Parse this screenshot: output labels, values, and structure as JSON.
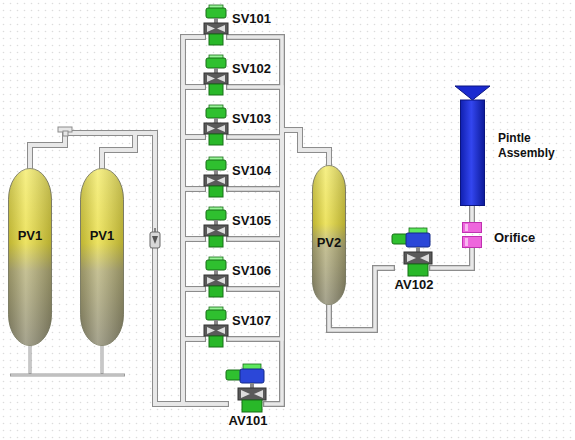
{
  "diagram": {
    "nodes": [
      {
        "text": [
          "PV1"
        ]
      },
      {
        "text": [
          "PV1"
        ]
      },
      {
        "text": [
          "SV101"
        ]
      },
      {
        "text": [
          "SV102"
        ]
      },
      {
        "text": [
          "SV103"
        ]
      },
      {
        "text": [
          "SV104"
        ]
      },
      {
        "text": [
          "SV105"
        ]
      },
      {
        "text": [
          "SV106"
        ]
      },
      {
        "text": [
          "SV107"
        ]
      },
      {
        "text": [
          "AV101"
        ]
      },
      {
        "text": [
          "PV2"
        ]
      },
      {
        "text": [
          "AV102"
        ]
      },
      {
        "text": [
          "Pintle Assembly"
        ]
      },
      {
        "text": [
          "Orifice"
        ]
      }
    ],
    "edges": [
      {
        "from": 0,
        "to": 2,
        "arrow": "none"
      },
      {
        "from": 0,
        "to": 3,
        "arrow": "none"
      },
      {
        "from": 0,
        "to": 4,
        "arrow": "none"
      },
      {
        "from": 0,
        "to": 5,
        "arrow": "none"
      },
      {
        "from": 0,
        "to": 6,
        "arrow": "none"
      },
      {
        "from": 0,
        "to": 7,
        "arrow": "none"
      },
      {
        "from": 0,
        "to": 8,
        "arrow": "none"
      },
      {
        "from": 0,
        "to": 9,
        "arrow": "none"
      },
      {
        "from": 1,
        "to": 2,
        "arrow": "none"
      },
      {
        "from": 1,
        "to": 3,
        "arrow": "none"
      },
      {
        "from": 1,
        "to": 4,
        "arrow": "none"
      },
      {
        "from": 1,
        "to": 5,
        "arrow": "none"
      },
      {
        "from": 1,
        "to": 6,
        "arrow": "none"
      },
      {
        "from": 1,
        "to": 7,
        "arrow": "none"
      },
      {
        "from": 1,
        "to": 8,
        "arrow": "none"
      },
      {
        "from": 1,
        "to": 9,
        "arrow": "none"
      },
      {
        "from": 2,
        "to": 10,
        "arrow": "none"
      },
      {
        "from": 3,
        "to": 10,
        "arrow": "none"
      },
      {
        "from": 4,
        "to": 10,
        "arrow": "none"
      },
      {
        "from": 5,
        "to": 10,
        "arrow": "none"
      },
      {
        "from": 6,
        "to": 10,
        "arrow": "none"
      },
      {
        "from": 7,
        "to": 10,
        "arrow": "none"
      },
      {
        "from": 8,
        "to": 10,
        "arrow": "none"
      },
      {
        "from": 9,
        "to": 10,
        "arrow": "none"
      },
      {
        "from": 10,
        "to": 11,
        "arrow": "none"
      },
      {
        "from": 11,
        "to": 13,
        "arrow": "none"
      },
      {
        "from": 13,
        "to": 12,
        "arrow": "none"
      }
    ]
  }
}
